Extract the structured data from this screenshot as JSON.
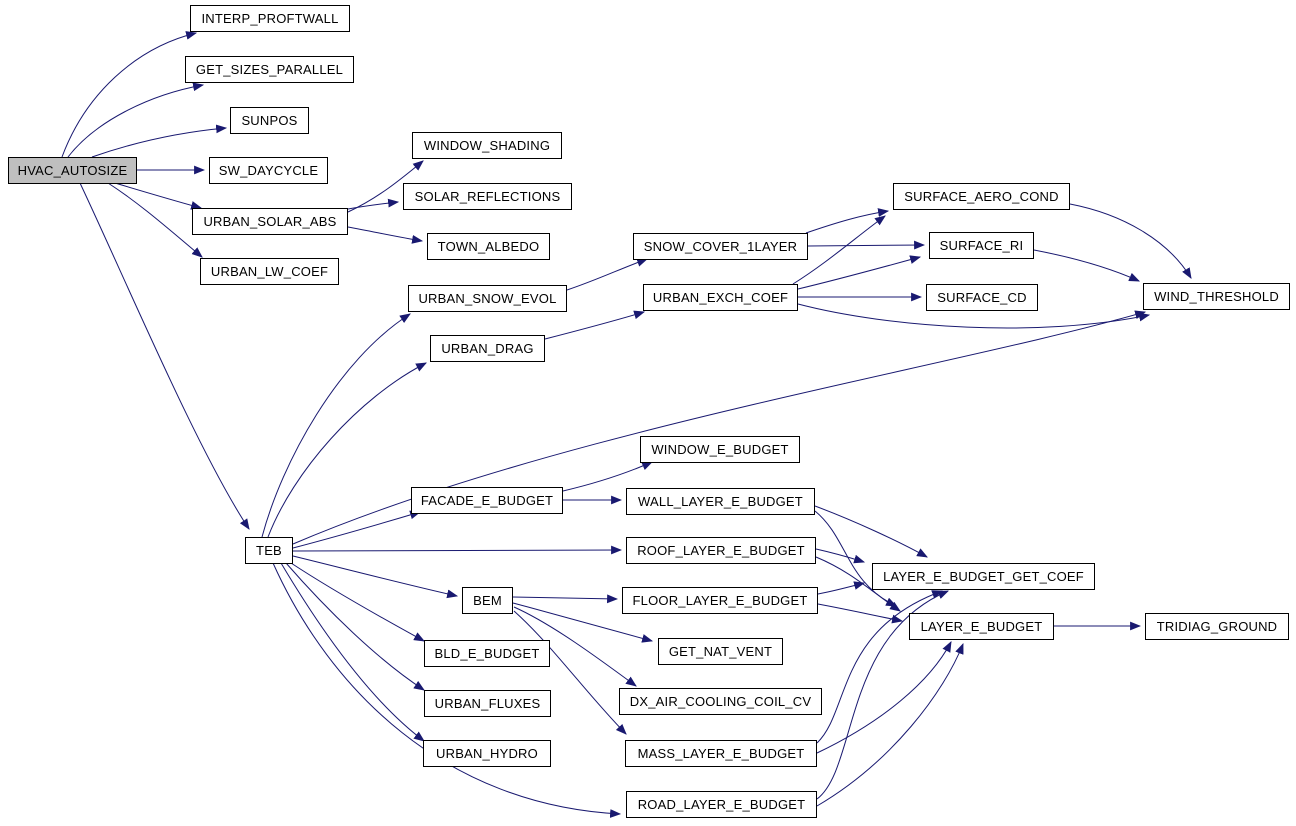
{
  "diagram": {
    "kind": "call-graph",
    "root": "HVAC_AUTOSIZE"
  },
  "colors": {
    "edge": "#191970",
    "node_border": "#000000",
    "node_fill": "#ffffff",
    "root_node_fill": "#bfbfbf",
    "background": "#ffffff",
    "text": "#000000"
  },
  "nodes": [
    {
      "id": "hvac_autosize",
      "label": "HVAC_AUTOSIZE",
      "highlighted": true
    },
    {
      "id": "interp_proftwall",
      "label": "INTERP_PROFTWALL",
      "highlighted": false
    },
    {
      "id": "get_sizes_parallel",
      "label": "GET_SIZES_PARALLEL",
      "highlighted": false
    },
    {
      "id": "sunpos",
      "label": "SUNPOS",
      "highlighted": false
    },
    {
      "id": "sw_daycycle",
      "label": "SW_DAYCYCLE",
      "highlighted": false
    },
    {
      "id": "urban_solar_abs",
      "label": "URBAN_SOLAR_ABS",
      "highlighted": false
    },
    {
      "id": "urban_lw_coef",
      "label": "URBAN_LW_COEF",
      "highlighted": false
    },
    {
      "id": "window_shading",
      "label": "WINDOW_SHADING",
      "highlighted": false
    },
    {
      "id": "solar_reflections",
      "label": "SOLAR_REFLECTIONS",
      "highlighted": false
    },
    {
      "id": "town_albedo",
      "label": "TOWN_ALBEDO",
      "highlighted": false
    },
    {
      "id": "urban_snow_evol",
      "label": "URBAN_SNOW_EVOL",
      "highlighted": false
    },
    {
      "id": "urban_drag",
      "label": "URBAN_DRAG",
      "highlighted": false
    },
    {
      "id": "snow_cover_1layer",
      "label": "SNOW_COVER_1LAYER",
      "highlighted": false
    },
    {
      "id": "urban_exch_coef",
      "label": "URBAN_EXCH_COEF",
      "highlighted": false
    },
    {
      "id": "surface_aero_cond",
      "label": "SURFACE_AERO_COND",
      "highlighted": false
    },
    {
      "id": "surface_ri",
      "label": "SURFACE_RI",
      "highlighted": false
    },
    {
      "id": "surface_cd",
      "label": "SURFACE_CD",
      "highlighted": false
    },
    {
      "id": "wind_threshold",
      "label": "WIND_THRESHOLD",
      "highlighted": false
    },
    {
      "id": "teb",
      "label": "TEB",
      "highlighted": false
    },
    {
      "id": "facade_e_budget",
      "label": "FACADE_E_BUDGET",
      "highlighted": false
    },
    {
      "id": "window_e_budget",
      "label": "WINDOW_E_BUDGET",
      "highlighted": false
    },
    {
      "id": "wall_layer_e_budget",
      "label": "WALL_LAYER_E_BUDGET",
      "highlighted": false
    },
    {
      "id": "roof_layer_e_budget",
      "label": "ROOF_LAYER_E_BUDGET",
      "highlighted": false
    },
    {
      "id": "bem",
      "label": "BEM",
      "highlighted": false
    },
    {
      "id": "floor_layer_e_budget",
      "label": "FLOOR_LAYER_E_BUDGET",
      "highlighted": false
    },
    {
      "id": "get_nat_vent",
      "label": "GET_NAT_VENT",
      "highlighted": false
    },
    {
      "id": "bld_e_budget",
      "label": "BLD_E_BUDGET",
      "highlighted": false
    },
    {
      "id": "dx_air_cooling_coil_cv",
      "label": "DX_AIR_COOLING_COIL_CV",
      "highlighted": false
    },
    {
      "id": "urban_fluxes",
      "label": "URBAN_FLUXES",
      "highlighted": false
    },
    {
      "id": "urban_hydro",
      "label": "URBAN_HYDRO",
      "highlighted": false
    },
    {
      "id": "mass_layer_e_budget",
      "label": "MASS_LAYER_E_BUDGET",
      "highlighted": false
    },
    {
      "id": "road_layer_e_budget",
      "label": "ROAD_LAYER_E_BUDGET",
      "highlighted": false
    },
    {
      "id": "layer_e_budget_get_coef",
      "label": "LAYER_E_BUDGET_GET_COEF",
      "highlighted": false
    },
    {
      "id": "layer_e_budget",
      "label": "LAYER_E_BUDGET",
      "highlighted": false
    },
    {
      "id": "tridiag_ground",
      "label": "TRIDIAG_GROUND",
      "highlighted": false
    }
  ],
  "edges": [
    [
      "HVAC_AUTOSIZE",
      "INTERP_PROFTWALL"
    ],
    [
      "HVAC_AUTOSIZE",
      "GET_SIZES_PARALLEL"
    ],
    [
      "HVAC_AUTOSIZE",
      "SUNPOS"
    ],
    [
      "HVAC_AUTOSIZE",
      "SW_DAYCYCLE"
    ],
    [
      "HVAC_AUTOSIZE",
      "URBAN_SOLAR_ABS"
    ],
    [
      "HVAC_AUTOSIZE",
      "URBAN_LW_COEF"
    ],
    [
      "HVAC_AUTOSIZE",
      "TEB"
    ],
    [
      "URBAN_SOLAR_ABS",
      "WINDOW_SHADING"
    ],
    [
      "URBAN_SOLAR_ABS",
      "SOLAR_REFLECTIONS"
    ],
    [
      "URBAN_SOLAR_ABS",
      "TOWN_ALBEDO"
    ],
    [
      "TEB",
      "URBAN_SNOW_EVOL"
    ],
    [
      "TEB",
      "URBAN_DRAG"
    ],
    [
      "TEB",
      "WIND_THRESHOLD"
    ],
    [
      "TEB",
      "FACADE_E_BUDGET"
    ],
    [
      "TEB",
      "ROOF_LAYER_E_BUDGET"
    ],
    [
      "TEB",
      "BEM"
    ],
    [
      "TEB",
      "BLD_E_BUDGET"
    ],
    [
      "TEB",
      "URBAN_FLUXES"
    ],
    [
      "TEB",
      "URBAN_HYDRO"
    ],
    [
      "TEB",
      "ROAD_LAYER_E_BUDGET"
    ],
    [
      "URBAN_SNOW_EVOL",
      "SNOW_COVER_1LAYER"
    ],
    [
      "URBAN_DRAG",
      "URBAN_EXCH_COEF"
    ],
    [
      "SNOW_COVER_1LAYER",
      "SURFACE_RI"
    ],
    [
      "SNOW_COVER_1LAYER",
      "SURFACE_AERO_COND"
    ],
    [
      "URBAN_EXCH_COEF",
      "SURFACE_AERO_COND"
    ],
    [
      "URBAN_EXCH_COEF",
      "SURFACE_RI"
    ],
    [
      "URBAN_EXCH_COEF",
      "SURFACE_CD"
    ],
    [
      "URBAN_EXCH_COEF",
      "WIND_THRESHOLD"
    ],
    [
      "SURFACE_AERO_COND",
      "WIND_THRESHOLD"
    ],
    [
      "SURFACE_RI",
      "WIND_THRESHOLD"
    ],
    [
      "FACADE_E_BUDGET",
      "WINDOW_E_BUDGET"
    ],
    [
      "FACADE_E_BUDGET",
      "WALL_LAYER_E_BUDGET"
    ],
    [
      "BEM",
      "FLOOR_LAYER_E_BUDGET"
    ],
    [
      "BEM",
      "GET_NAT_VENT"
    ],
    [
      "BEM",
      "DX_AIR_COOLING_COIL_CV"
    ],
    [
      "BEM",
      "MASS_LAYER_E_BUDGET"
    ],
    [
      "WALL_LAYER_E_BUDGET",
      "LAYER_E_BUDGET_GET_COEF"
    ],
    [
      "WALL_LAYER_E_BUDGET",
      "LAYER_E_BUDGET"
    ],
    [
      "ROOF_LAYER_E_BUDGET",
      "LAYER_E_BUDGET_GET_COEF"
    ],
    [
      "ROOF_LAYER_E_BUDGET",
      "LAYER_E_BUDGET"
    ],
    [
      "FLOOR_LAYER_E_BUDGET",
      "LAYER_E_BUDGET_GET_COEF"
    ],
    [
      "FLOOR_LAYER_E_BUDGET",
      "LAYER_E_BUDGET"
    ],
    [
      "MASS_LAYER_E_BUDGET",
      "LAYER_E_BUDGET_GET_COEF"
    ],
    [
      "MASS_LAYER_E_BUDGET",
      "LAYER_E_BUDGET"
    ],
    [
      "ROAD_LAYER_E_BUDGET",
      "LAYER_E_BUDGET_GET_COEF"
    ],
    [
      "ROAD_LAYER_E_BUDGET",
      "LAYER_E_BUDGET"
    ],
    [
      "LAYER_E_BUDGET",
      "TRIDIAG_GROUND"
    ]
  ]
}
